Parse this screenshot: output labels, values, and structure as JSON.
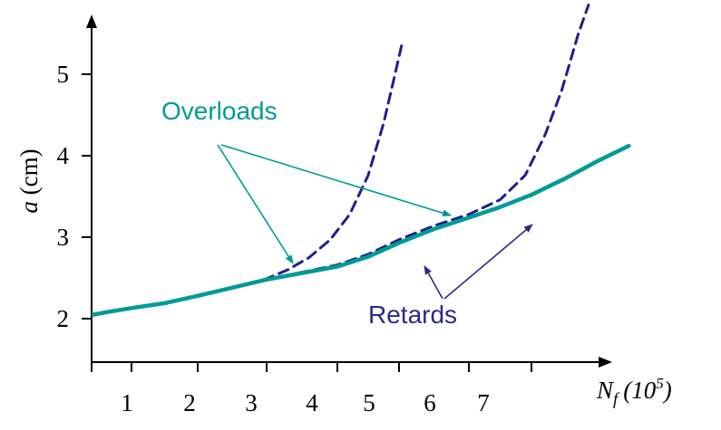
{
  "chart_data": {
    "type": "line",
    "title": "",
    "xlabel": {
      "symbol": "N",
      "subscript": "f",
      "unit_prefix": "(10",
      "unit_power": "5",
      "unit_suffix": ")"
    },
    "ylabel": {
      "symbol": "a",
      "unit": " (cm)"
    },
    "x_tick_labels": [
      "1",
      "2",
      "3",
      "4",
      "5",
      "6",
      "7"
    ],
    "y_tick_labels": [
      "2",
      "3",
      "4",
      "5"
    ],
    "ylim": [
      1.6,
      5.8
    ],
    "grid": false,
    "series": [
      {
        "style": "solid",
        "color": "#009b95",
        "points": [
          [
            0.05,
            2.05
          ],
          [
            0.5,
            2.09
          ],
          [
            1.0,
            2.13
          ],
          [
            1.5,
            2.19
          ],
          [
            2.0,
            2.28
          ],
          [
            2.5,
            2.38
          ],
          [
            3.0,
            2.48
          ],
          [
            3.5,
            2.56
          ],
          [
            4.0,
            2.64
          ],
          [
            4.5,
            2.76
          ],
          [
            5.0,
            2.93
          ],
          [
            5.5,
            3.1
          ],
          [
            6.0,
            3.24
          ],
          [
            6.5,
            3.37
          ],
          [
            7.0,
            3.52
          ],
          [
            7.5,
            3.72
          ],
          [
            8.0,
            3.94
          ],
          [
            8.45,
            4.12
          ]
        ]
      },
      {
        "style": "dashed",
        "color": "#1f1f8f",
        "points": [
          [
            2.5,
            2.38
          ],
          [
            3.0,
            2.49
          ],
          [
            3.3,
            2.6
          ],
          [
            3.6,
            2.75
          ],
          [
            3.9,
            2.97
          ],
          [
            4.2,
            3.28
          ],
          [
            4.5,
            3.76
          ],
          [
            4.75,
            4.4
          ],
          [
            4.95,
            5.05
          ],
          [
            5.05,
            5.4
          ]
        ]
      },
      {
        "style": "dashed",
        "color": "#1f1f8f",
        "points": [
          [
            3.0,
            2.48
          ],
          [
            3.5,
            2.57
          ],
          [
            4.0,
            2.66
          ],
          [
            4.5,
            2.79
          ],
          [
            5.0,
            2.97
          ],
          [
            5.5,
            3.14
          ],
          [
            6.0,
            3.28
          ],
          [
            6.5,
            3.46
          ],
          [
            6.9,
            3.76
          ],
          [
            7.2,
            4.25
          ],
          [
            7.45,
            4.8
          ],
          [
            7.7,
            5.5
          ],
          [
            7.85,
            5.85
          ]
        ]
      }
    ],
    "annotations": [
      {
        "text": "Overloads",
        "color": "#009b95"
      },
      {
        "text": "Retards",
        "color": "#2a2a8c"
      }
    ]
  }
}
